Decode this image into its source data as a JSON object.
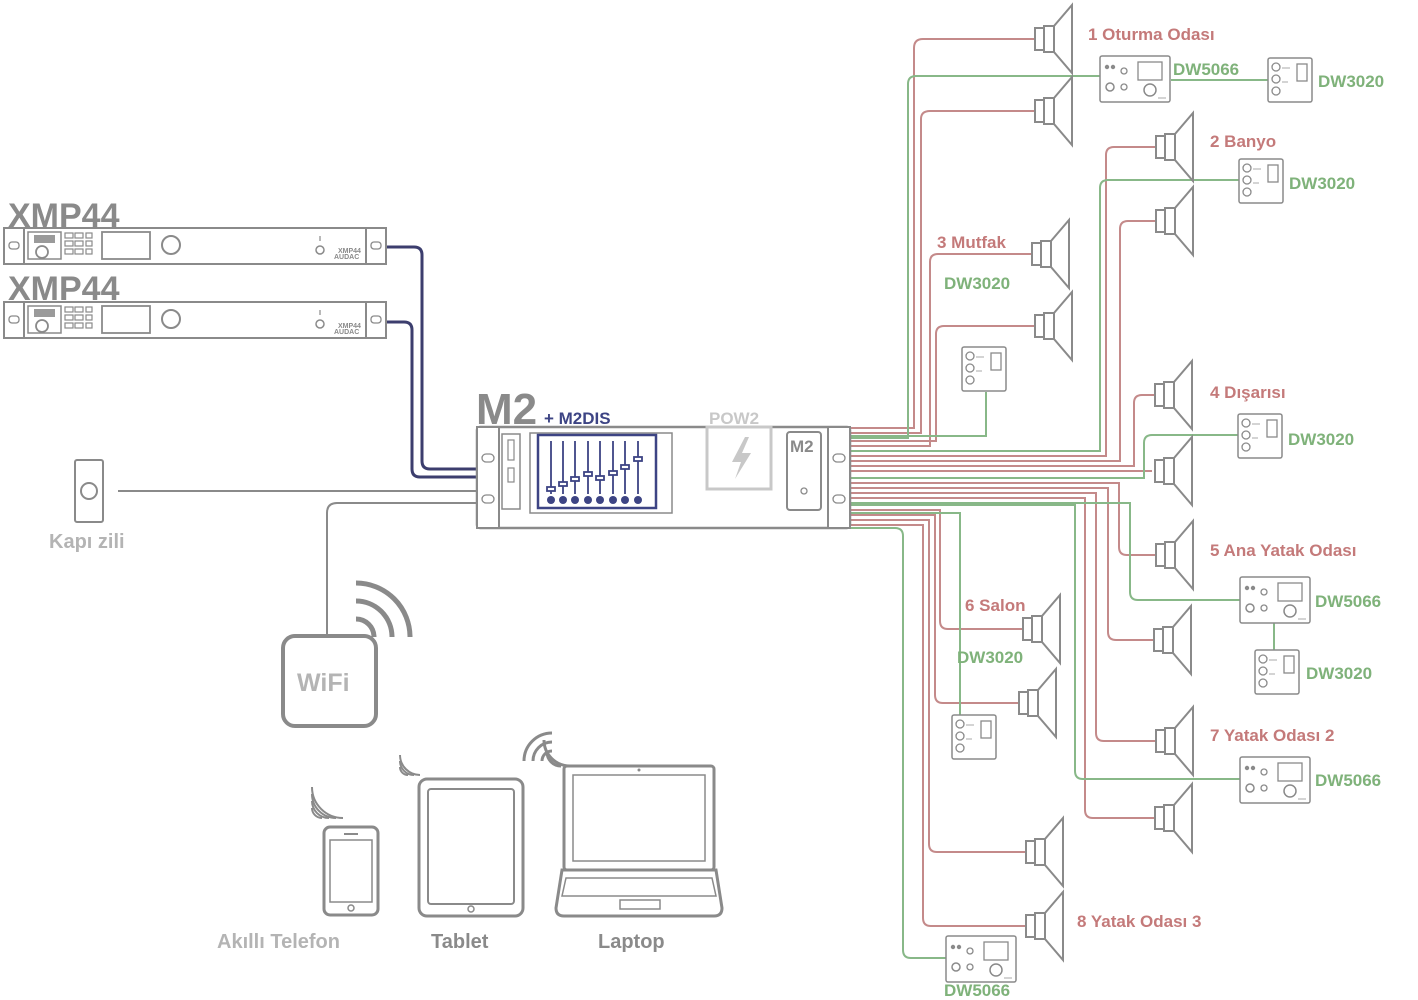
{
  "colors": {
    "speaker_wire": "#c48a8a",
    "control_wire": "#88b888",
    "audio_wire": "#3c3e6e",
    "device": "#8a8a8a",
    "zone_label": "#c47a7a",
    "panel_label": "#7fb27a",
    "m2dis_label": "#3d4484"
  },
  "devices": {
    "xmp44_1": {
      "title": "XMP44",
      "badge": "XMP44",
      "brand": "AUDAC"
    },
    "xmp44_2": {
      "title": "XMP44",
      "badge": "XMP44",
      "brand": "AUDAC"
    },
    "matrix": {
      "title": "M2",
      "addon": "+ M2DIS",
      "pow_label": "POW2",
      "module_label": "M2"
    },
    "doorbell": {
      "label": "Kapı zili"
    },
    "wifi": {
      "label": "WiFi"
    },
    "clients": {
      "phone": "Akıllı Telefon",
      "tablet": "Tablet",
      "laptop": "Laptop"
    }
  },
  "zones": [
    {
      "label": "1 Oturma Odası"
    },
    {
      "label": "2 Banyo"
    },
    {
      "label": "3 Mutfak"
    },
    {
      "label": "4 Dışarısı"
    },
    {
      "label": "5 Ana Yatak Odası"
    },
    {
      "label": "6 Salon"
    },
    {
      "label": "7 Yatak Odası 2"
    },
    {
      "label": "8 Yatak Odası 3"
    }
  ],
  "panels": [
    {
      "label": "DW5066"
    },
    {
      "label": "DW3020"
    },
    {
      "label": "DW3020"
    },
    {
      "label": "DW3020"
    },
    {
      "label": "DW3020"
    },
    {
      "label": "DW5066"
    },
    {
      "label": "DW3020"
    },
    {
      "label": "DW3020"
    },
    {
      "label": "DW5066"
    },
    {
      "label": "DW5066"
    }
  ]
}
